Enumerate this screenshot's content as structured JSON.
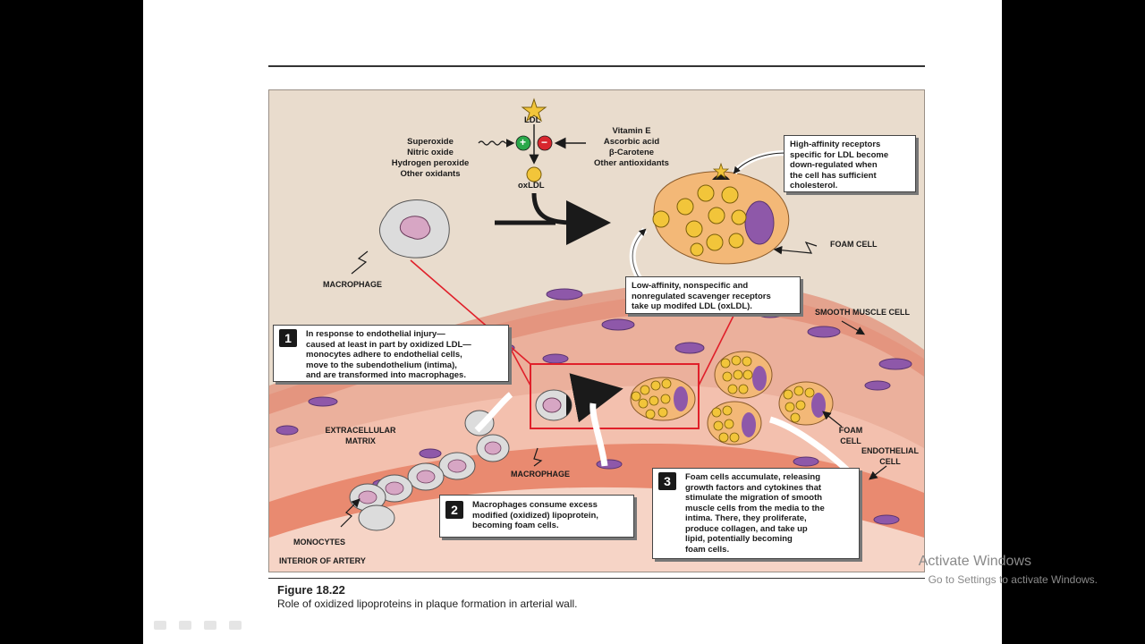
{
  "slide": {
    "figure_number": "Figure 18.22",
    "figure_caption": "Role of oxidized lipoproteins in plaque formation in arterial wall."
  },
  "diagram": {
    "ldl": "LDL",
    "oxldl": "oxLDL",
    "oxidants": [
      "Superoxide",
      "Nitric oxide",
      "Hydrogen peroxide",
      "Other oxidants"
    ],
    "antioxidants": [
      "Vitamin E",
      "Ascorbic acid",
      "β-Carotene",
      "Other antioxidants"
    ],
    "plus_sign": "+",
    "minus_sign": "−",
    "labels": {
      "macrophage_top": "MACROPHAGE",
      "foam_cell_top": "FOAM CELL",
      "smooth_muscle_cell": "SMOOTH MUSCLE CELL",
      "extracellular_matrix": [
        "EXTRACELLULAR",
        "MATRIX"
      ],
      "macrophage_bottom": "MACROPHAGE",
      "foam_cell_right": [
        "FOAM",
        "CELL"
      ],
      "endothelial_cell": [
        "ENDOTHELIAL",
        "CELL"
      ],
      "monocytes": "MONOCYTES",
      "interior_of_artery": "INTERIOR OF ARTERY"
    },
    "callouts": {
      "high_affinity": [
        "High-affinity receptors",
        "specific for LDL become",
        "down-regulated when",
        "the cell has sufficient",
        "cholesterol."
      ],
      "low_affinity": [
        "Low-affinity, nonspecific and",
        "nonregulated scavenger receptors",
        "take up modifed LDL (oxLDL)."
      ],
      "step1": [
        "In response to endothelial injury—",
        "caused at least in part by oxidized LDL—",
        "monocytes adhere to endothelial cells,",
        "move to the subendothelium (intima),",
        "and are transformed into macrophages."
      ],
      "step2": [
        "Macrophages consume excess",
        "modified (oxidized) lipoprotein,",
        "becoming foam cells."
      ],
      "step3": [
        "Foam cells accumulate, releasing",
        "growth factors and cytokines that",
        "stimulate the migration of smooth",
        "muscle cells from the media to the",
        "intima. There, they proliferate,",
        "produce collagen, and take up",
        "lipid, potentially becoming",
        "foam cells."
      ]
    },
    "step_numbers": [
      "1",
      "2",
      "3"
    ]
  },
  "watermark": {
    "line1": "Activate Windows",
    "line2": "Go to Settings to activate Windows."
  },
  "colors": {
    "background_tan": "#e9dccd",
    "artery_wall": "#e99d86",
    "cell_pink": "#f1b8a4",
    "nucleus_purple": "#8e58a9",
    "lipid_yellow": "#f2c53a",
    "highlight_red": "#e0202a",
    "plus_green": "#2aa84a",
    "minus_red": "#d8262e"
  }
}
